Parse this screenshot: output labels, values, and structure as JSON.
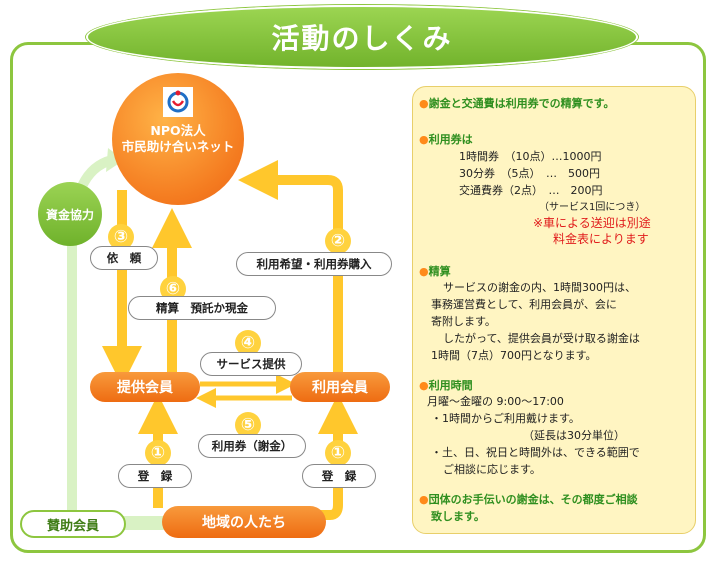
{
  "title": "活動のしくみ",
  "npo": {
    "line1": "NPO法人",
    "line2": "市民助け合いネット"
  },
  "nodes": {
    "provider": "提供会員",
    "user": "利用会員",
    "community": "地域の人たち",
    "funding": "資金協力",
    "sponsor": "賛助会員"
  },
  "steps": {
    "request": {
      "num": "③",
      "label": "依　頼"
    },
    "purchase": {
      "num": "②",
      "label": "利用希望・利用券購入"
    },
    "settlement": {
      "num": "⑥",
      "label": "精算　預託か現金"
    },
    "service": {
      "num": "④",
      "label": "サービス提供"
    },
    "voucher": {
      "num": "⑤",
      "label": "利用券（謝金）"
    },
    "register_left": {
      "num": "①",
      "label": "登　録"
    },
    "register_right": {
      "num": "①",
      "label": "登　録"
    }
  },
  "info": {
    "bullet": "●",
    "s1": "謝金と交通費は利用券での精算です。",
    "s2": "利用券は",
    "v1": "1時間券　（10点）…1000円",
    "v2": "30分券　（5点）　…　500円",
    "v3": "交通費券（2点）　…　200円",
    "v4": "（サービス1回につき）",
    "v5": "※車による送迎は別途",
    "v6": "料金表によります",
    "s3": "精算",
    "p1": "サービスの謝金の内、1時間300円は、",
    "p2": "事務運営費として、利用会員が、会に",
    "p3": "寄附します。",
    "p4": "したがって、提供会員が受け取る謝金は",
    "p5": "1時間（7点）700円となります。",
    "s4": "利用時間",
    "t1": "月曜～金曜の 9:00～17:00",
    "t2": "・1時間からご利用戴けます。",
    "t3": "（延長は30分単位）",
    "t4": "・土、日、祝日と時間外は、できる範囲で",
    "t5": "ご相談に応じます。",
    "s5a": "団体のお手伝いの謝金は、その都度ご相談",
    "s5b": "致します。"
  },
  "colors": {
    "green": "#8dc63f",
    "orange": "#f07a1e",
    "yellow": "#ffd23e",
    "panel": "#fff5c2"
  }
}
